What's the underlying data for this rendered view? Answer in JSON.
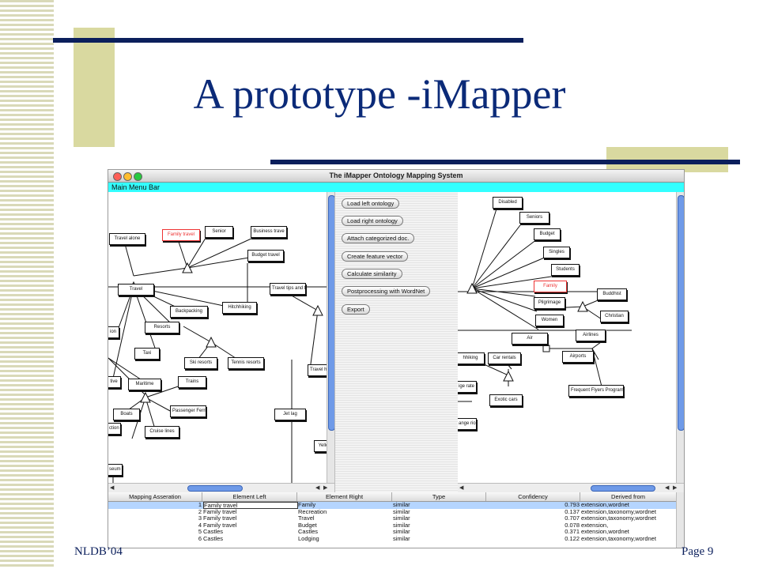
{
  "slide": {
    "title": "A prototype -iMapper",
    "footer_left": "NLDB’04",
    "footer_right": "Page 9"
  },
  "window": {
    "title": "The iMapper Ontology Mapping System",
    "menu": "Main Menu Bar"
  },
  "left_ontology": {
    "nodes": [
      {
        "label": "Travel alone",
        "red": false
      },
      {
        "label": "Family travel",
        "red": true
      },
      {
        "label": "Senior",
        "red": false
      },
      {
        "label": "Business trave",
        "red": false
      },
      {
        "label": "Budget travel",
        "red": false
      },
      {
        "label": "Travel",
        "red": false
      },
      {
        "label": "Travel tips and tools",
        "red": false
      },
      {
        "label": "Backpacking",
        "red": false
      },
      {
        "label": "Hitchhiking",
        "red": false
      },
      {
        "label": "Resorts",
        "red": false
      },
      {
        "label": "Taxi",
        "red": false
      },
      {
        "label": "Ski resorts",
        "red": false
      },
      {
        "label": "Tennis resorts",
        "red": false
      },
      {
        "label": "Travel h and med",
        "red": false
      },
      {
        "label": "Maritime",
        "red": false
      },
      {
        "label": "Trains",
        "red": false
      },
      {
        "label": "Boats",
        "red": false
      },
      {
        "label": "Passenger Ferries",
        "red": false
      },
      {
        "label": "Cruise lines",
        "red": false
      },
      {
        "label": "Jet lag",
        "red": false
      },
      {
        "label": "Yello",
        "red": false
      },
      {
        "label": "ion",
        "red": false
      },
      {
        "label": "tive",
        "red": false
      },
      {
        "label": "ction",
        "red": false
      },
      {
        "label": "seum",
        "red": false
      }
    ]
  },
  "right_ontology": {
    "nodes": [
      {
        "label": "Disabled",
        "red": false
      },
      {
        "label": "Seniors",
        "red": false
      },
      {
        "label": "Budget",
        "red": false
      },
      {
        "label": "Singles",
        "red": false
      },
      {
        "label": "Students",
        "red": false
      },
      {
        "label": "Family",
        "red": true
      },
      {
        "label": "Pilgrimage",
        "red": false
      },
      {
        "label": "Buddhist",
        "red": false
      },
      {
        "label": "Christian",
        "red": false
      },
      {
        "label": "Women",
        "red": false
      },
      {
        "label": "Air",
        "red": false
      },
      {
        "label": "Airlines",
        "red": false
      },
      {
        "label": "Airports",
        "red": false
      },
      {
        "label": "hhiking",
        "red": false
      },
      {
        "label": "Car rentals",
        "red": false
      },
      {
        "label": "Exotic cars",
        "red": false
      },
      {
        "label": "Frequent Flyers Program",
        "red": false
      },
      {
        "label": "ige rate",
        "red": false
      },
      {
        "label": "ange rice",
        "red": false
      }
    ]
  },
  "actions": [
    "Load left ontology",
    "Load right ontology",
    "Attach categorized doc.",
    "Create feature vector",
    "Calculate similarity",
    "Postprocessing with WordNet",
    "Export"
  ],
  "table": {
    "headers": [
      "Mapping Asseration",
      "Element Left",
      "Element Right",
      "Type",
      "Confidency",
      "Derived from"
    ],
    "rows": [
      {
        "id": "1",
        "left": "Family travel",
        "right": "Family",
        "type": "similar",
        "conf": "0.793",
        "from": "extension,wordnet"
      },
      {
        "id": "2",
        "left": "Family travel",
        "right": "Recreation",
        "type": "similar",
        "conf": "0.137",
        "from": "extension,taxonomy,wordnet"
      },
      {
        "id": "3",
        "left": "Family travel",
        "right": "Travel",
        "type": "similar",
        "conf": "0.707",
        "from": "extension,taxonomy,wordnet"
      },
      {
        "id": "4",
        "left": "Family travel",
        "right": "Budget",
        "type": "similar",
        "conf": "0.078",
        "from": "extension,"
      },
      {
        "id": "5",
        "left": "Castles",
        "right": "Castles",
        "type": "similar",
        "conf": "0.371",
        "from": "extension,wordnet"
      },
      {
        "id": "6",
        "left": "Castles",
        "right": "Lodging",
        "type": "similar",
        "conf": "0.122",
        "from": "extension,taxonomy,wordnet"
      }
    ]
  },
  "colors": {
    "title": "#0b2a78",
    "accent_bar": "#0b1f5c",
    "accent_block": "#d9d9a0",
    "menubar": "#33ffff",
    "selection": "#b5d5ff"
  }
}
